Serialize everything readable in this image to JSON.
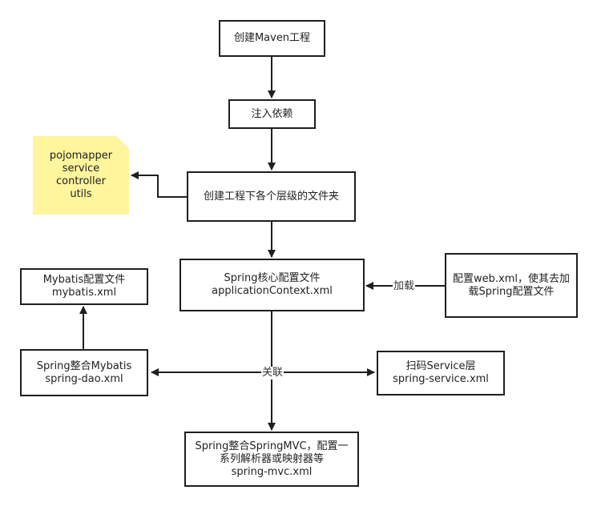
{
  "nodes": {
    "create_maven": [
      "创建Maven工程"
    ],
    "inject_deps": [
      "注入依赖"
    ],
    "create_folders": [
      "创建工程下各个层级的文件夹"
    ],
    "spring_core": [
      "Spring核心配置文件",
      "applicationContext.xml"
    ],
    "web_xml": [
      "配置web.xml，使其去加",
      "载Spring配置文件"
    ],
    "mybatis_config": [
      "Mybatis配置文件",
      "mybatis.xml"
    ],
    "spring_dao": [
      "Spring整合Mybatis",
      "spring-dao.xml"
    ],
    "spring_service": [
      "扫码Service层",
      "spring-service.xml"
    ],
    "spring_mvc": [
      "Spring整合SpringMVC，配置一",
      "系列解析器或映射器等",
      "spring-mvc.xml"
    ]
  },
  "note": [
    "pojomapper",
    "service",
    "controller",
    "utils"
  ],
  "edge_labels": {
    "load": "加载",
    "relate": "关联"
  }
}
